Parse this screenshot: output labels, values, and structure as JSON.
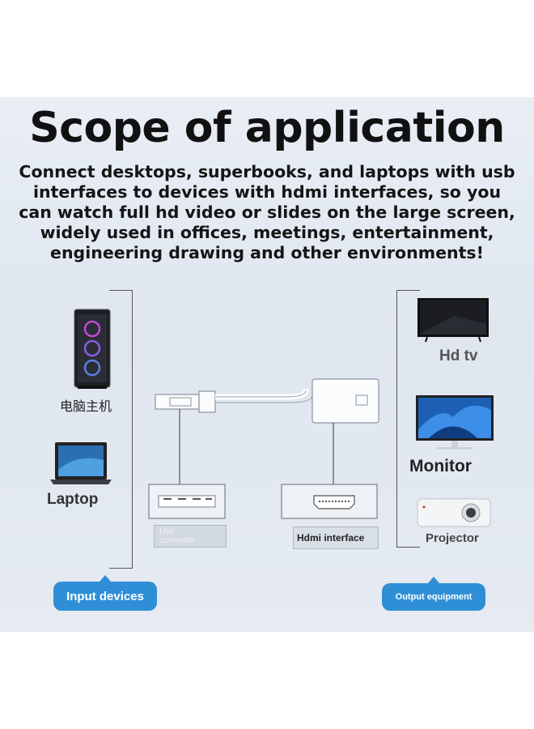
{
  "title": "Scope of application",
  "description_lines": [
    "Connect desktops, superbooks, and laptops with usb",
    "interfaces to devices with hdmi interfaces, so you",
    "can watch full hd video or slides on the large screen,",
    "widely used in offices, meetings, entertainment,",
    "engineering drawing and other environments!"
  ],
  "input_side": {
    "desktop_label": "电脑主机",
    "laptop_label": "Laptop",
    "usb_label_line1": "Usb",
    "usb_label_line2": "connector",
    "button_label": "Input devices"
  },
  "output_side": {
    "hdtv_label": "Hd tv",
    "monitor_label": "Monitor",
    "projector_label": "Projector",
    "hdmi_label": "Hdmi interface",
    "button_label": "Output equipment"
  },
  "colors": {
    "accent": "#2f8fd6",
    "background": "#e4eaf1",
    "text": "#111111"
  },
  "icons": [
    "desktop-tower-icon",
    "laptop-icon",
    "tv-icon",
    "monitor-icon",
    "projector-icon",
    "usb-plug-icon",
    "hdmi-adapter-icon",
    "usb-port-icon",
    "hdmi-port-icon"
  ]
}
